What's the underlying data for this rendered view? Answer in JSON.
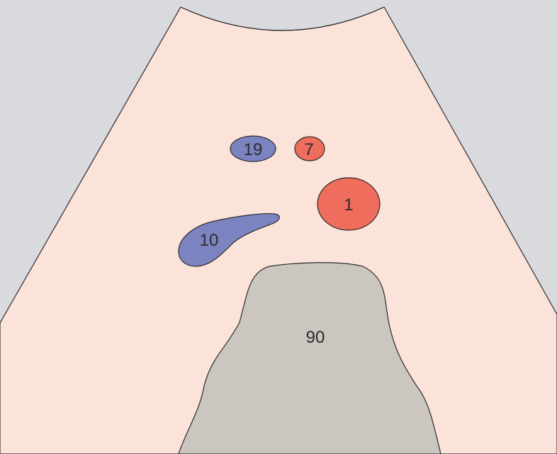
{
  "colors": {
    "frame_background": "#d9dadd",
    "fan_fill": "#fce3d9",
    "outline": "#2b2b2b",
    "vein_blue": "#7b83c1",
    "artery_red": "#ef6d5c",
    "organ_gray": "#cbc6bf"
  },
  "structures": [
    {
      "id": "19",
      "label": "19",
      "kind": "vessel",
      "color": "blue"
    },
    {
      "id": "7",
      "label": "7",
      "kind": "vessel",
      "color": "red"
    },
    {
      "id": "1",
      "label": "1",
      "kind": "vessel",
      "color": "red"
    },
    {
      "id": "10",
      "label": "10",
      "kind": "vessel",
      "color": "blue"
    },
    {
      "id": "90",
      "label": "90",
      "kind": "organ",
      "color": "gray"
    }
  ]
}
